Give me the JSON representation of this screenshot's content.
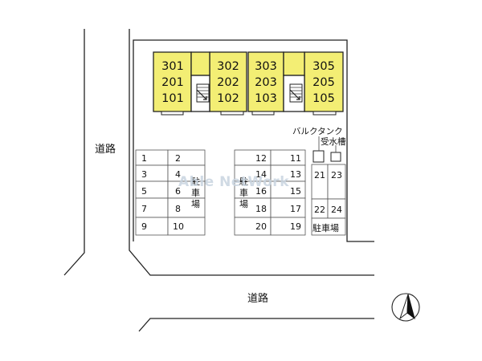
{
  "roads": {
    "left": "道路",
    "bottom": "道路"
  },
  "watermark": "Able NetWork",
  "buildings": [
    {
      "units": [
        "301",
        "201",
        "101"
      ]
    },
    {
      "units": [
        "302",
        "202",
        "102"
      ]
    },
    {
      "units": [
        "303",
        "203",
        "103"
      ]
    },
    {
      "units": [
        "305",
        "205",
        "105"
      ]
    }
  ],
  "parking_left": {
    "rows": [
      [
        "1",
        "2"
      ],
      [
        "3",
        "4"
      ],
      [
        "5",
        "6"
      ],
      [
        "7",
        "8"
      ],
      [
        "9",
        "10"
      ]
    ],
    "label": [
      "駐",
      "車",
      "場"
    ]
  },
  "parking_mid": {
    "rows": [
      [
        "12",
        "11"
      ],
      [
        "14",
        "13"
      ],
      [
        "16",
        "15"
      ],
      [
        "18",
        "17"
      ],
      [
        "20",
        "19"
      ]
    ],
    "label": [
      "駐",
      "車",
      "場"
    ]
  },
  "parking_right": {
    "rows": [
      [
        "21",
        "23"
      ],
      [
        "22",
        "24"
      ]
    ],
    "label": "駐車場"
  },
  "facilities": {
    "bulk_tank": "バルクタンク",
    "water_tank": "受水槽"
  },
  "compass": "north-arrow-icon",
  "colors": {
    "building": "#f3ee74",
    "lines": "#222222",
    "watermark": "#c8d4e0"
  }
}
